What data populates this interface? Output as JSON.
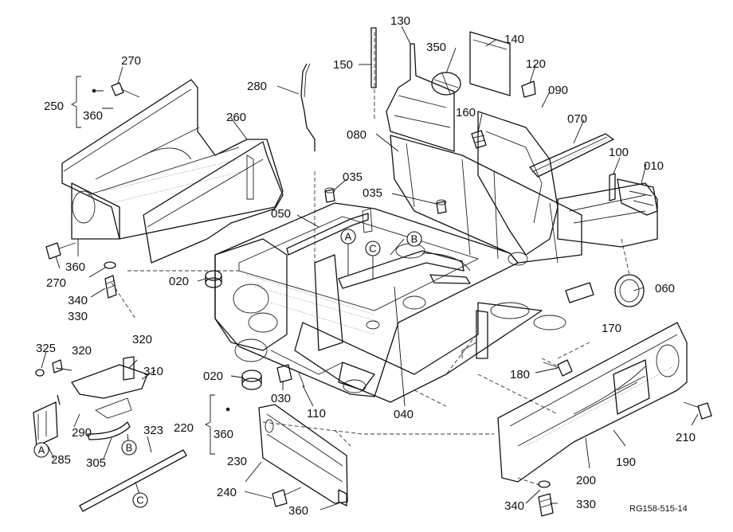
{
  "diagram": {
    "reference": "RG158-515-14",
    "part_numbers": {
      "p010": "010",
      "p020a": "020",
      "p020b": "020",
      "p030": "030",
      "p035a": "035",
      "p035b": "035",
      "p040": "040",
      "p050": "050",
      "p060": "060",
      "p070": "070",
      "p080": "080",
      "p090": "090",
      "p100": "100",
      "p110": "110",
      "p120": "120",
      "p130": "130",
      "p140": "140",
      "p150": "150",
      "p160": "160",
      "p170": "170",
      "p180": "180",
      "p190": "190",
      "p200": "200",
      "p210": "210",
      "p220": "220",
      "p230": "230",
      "p240": "240",
      "p250": "250",
      "p260": "260",
      "p270a": "270",
      "p270b": "270",
      "p280": "280",
      "p285": "285",
      "p290": "290",
      "p305": "305",
      "p310": "310",
      "p320a": "320",
      "p320b": "320",
      "p323": "323",
      "p325": "325",
      "p330a": "330",
      "p330b": "330",
      "p340a": "340",
      "p340b": "340",
      "p350": "350",
      "p360a": "360",
      "p360b": "360",
      "p360c": "360",
      "p360d": "360"
    },
    "callouts": {
      "a1": "A",
      "a2": "A",
      "b1": "B",
      "b2": "B",
      "c1": "C",
      "c2": "C"
    }
  }
}
